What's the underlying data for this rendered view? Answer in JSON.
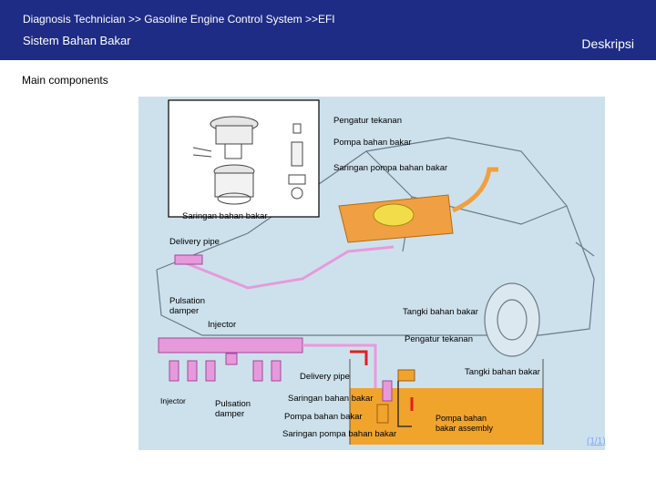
{
  "header": {
    "breadcrumb": "Diagnosis Technician >> Gasoline Engine Control System >>EFI",
    "title": "Sistem Bahan Bakar",
    "description_button": "Deskripsi"
  },
  "section": {
    "label": "Main components"
  },
  "figure": {
    "labels": {
      "pressure_regulator_top": "Pengatur tekanan",
      "fuel_pump_top": "Pompa bahan bakar",
      "pump_filter_top": "Saringan pompa bahan bakar",
      "fuel_filter_top": "Saringan bahan bakar",
      "delivery_pipe_top": "Delivery pipe",
      "pulsation_damper_top": "Pulsation\ndamper",
      "injector_top": "Injector",
      "fuel_tank_top": "Tangki bahan bakar",
      "pressure_regulator_bottom": "Pengatur tekanan",
      "delivery_pipe_bottom": "Delivery pipe",
      "fuel_tank_bottom": "Tangki bahan bakar",
      "injector_bottom": "Injector",
      "pulsation_damper_bottom": "Pulsation\ndamper",
      "fuel_filter_bottom": "Saringan bahan bakar",
      "fuel_pump_bottom": "Pompa bahan bakar",
      "pump_filter_bottom": "Saringan pompa bahan bakar",
      "pump_assembly": "Pompa bahan\nbakar assembly"
    }
  },
  "pager": {
    "text": "(1/1)"
  },
  "colors": {
    "header_bg": "#1e2c86",
    "figure_bg": "#cde1ec",
    "fuel_line": "#e79adb",
    "tank_fuel": "#f0a42c",
    "arrow": "#e02020"
  }
}
